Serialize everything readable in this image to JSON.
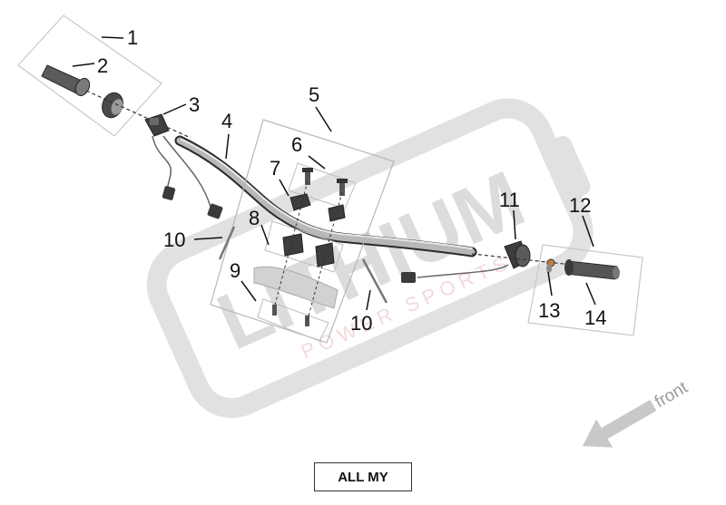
{
  "watermark": {
    "brand": "LITHIUM",
    "subtitle": "POWER SPORTS"
  },
  "callouts": [
    {
      "id": "c1",
      "number": "1"
    },
    {
      "id": "c2",
      "number": "2"
    },
    {
      "id": "c3",
      "number": "3"
    },
    {
      "id": "c4",
      "number": "4"
    },
    {
      "id": "c5",
      "number": "5"
    },
    {
      "id": "c6",
      "number": "6"
    },
    {
      "id": "c7",
      "number": "7"
    },
    {
      "id": "c8",
      "number": "8"
    },
    {
      "id": "c9",
      "number": "9"
    },
    {
      "id": "c10a",
      "number": "10"
    },
    {
      "id": "c10b",
      "number": "10"
    },
    {
      "id": "c11",
      "number": "11"
    },
    {
      "id": "c12",
      "number": "12"
    },
    {
      "id": "c13",
      "number": "13"
    },
    {
      "id": "c14",
      "number": "14"
    }
  ],
  "direction": {
    "label": "front",
    "icon": "arrow-icon"
  },
  "model_label": "ALL MY",
  "colors": {
    "line": "#333333",
    "part_dark": "#3a3a3a",
    "part_mid": "#8a8a8a",
    "part_light": "#c9c9c9",
    "watermark": "#d9d9d9"
  }
}
